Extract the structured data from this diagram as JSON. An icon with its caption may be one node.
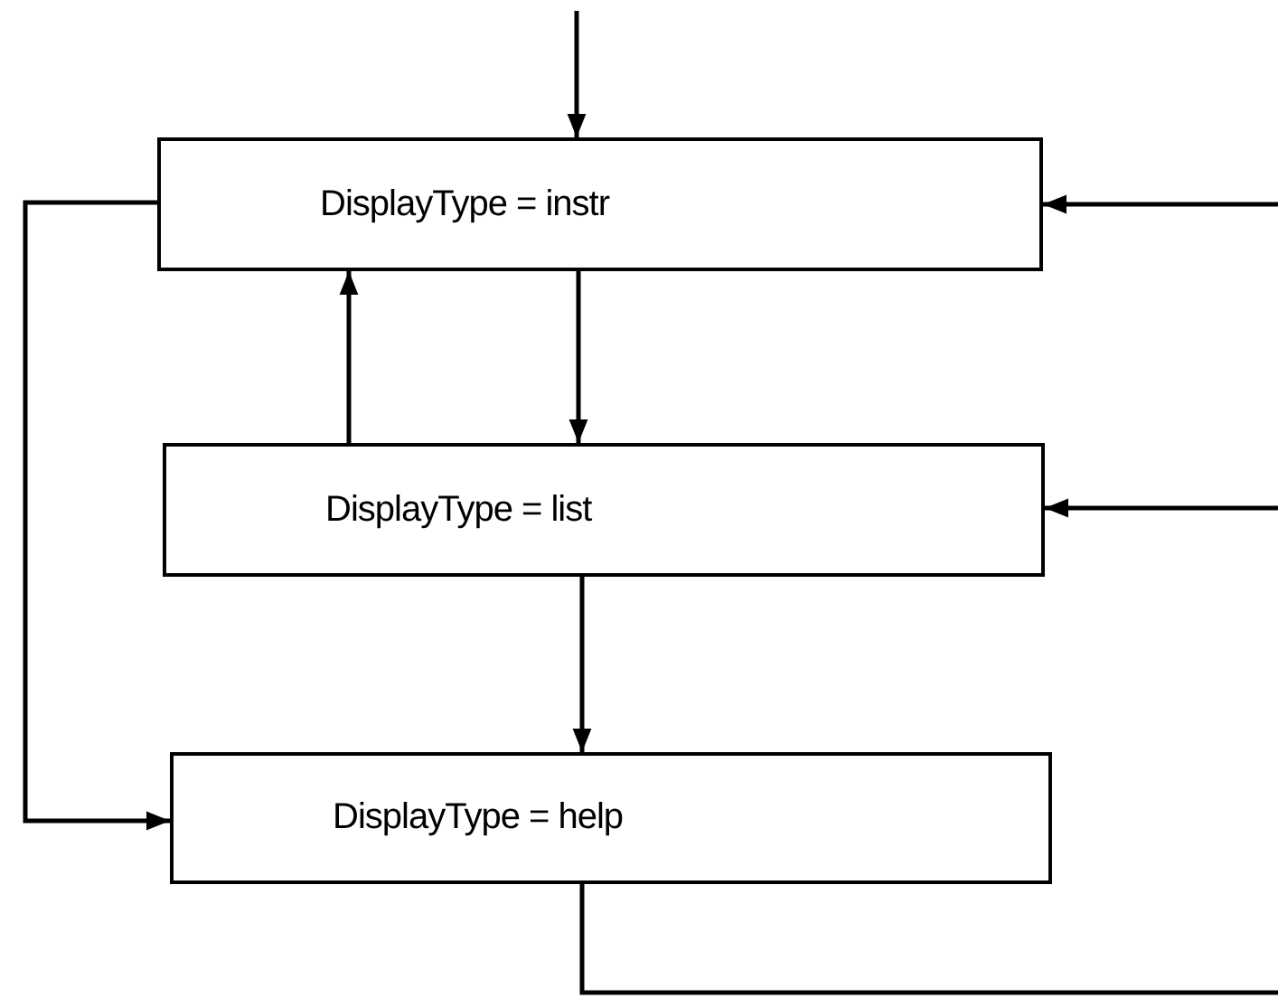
{
  "diagram": {
    "nodes": [
      {
        "text": [
          "DisplayType = instr"
        ]
      },
      {
        "text": [
          "DisplayType = list"
        ]
      },
      {
        "text": [
          "DisplayType = help"
        ]
      }
    ],
    "edges": [
      {
        "from": null,
        "to": 0,
        "arrow": "to"
      },
      {
        "from": null,
        "to": 0,
        "arrow": "to"
      },
      {
        "from": 0,
        "to": 1,
        "arrow": "to"
      },
      {
        "from": 1,
        "to": 0,
        "arrow": "to"
      },
      {
        "from": null,
        "to": 1,
        "arrow": "to"
      },
      {
        "from": 1,
        "to": 2,
        "arrow": "to"
      },
      {
        "from": 0,
        "to": 2,
        "arrow": "to"
      },
      {
        "from": 2,
        "to": null,
        "arrow": "none"
      }
    ]
  }
}
